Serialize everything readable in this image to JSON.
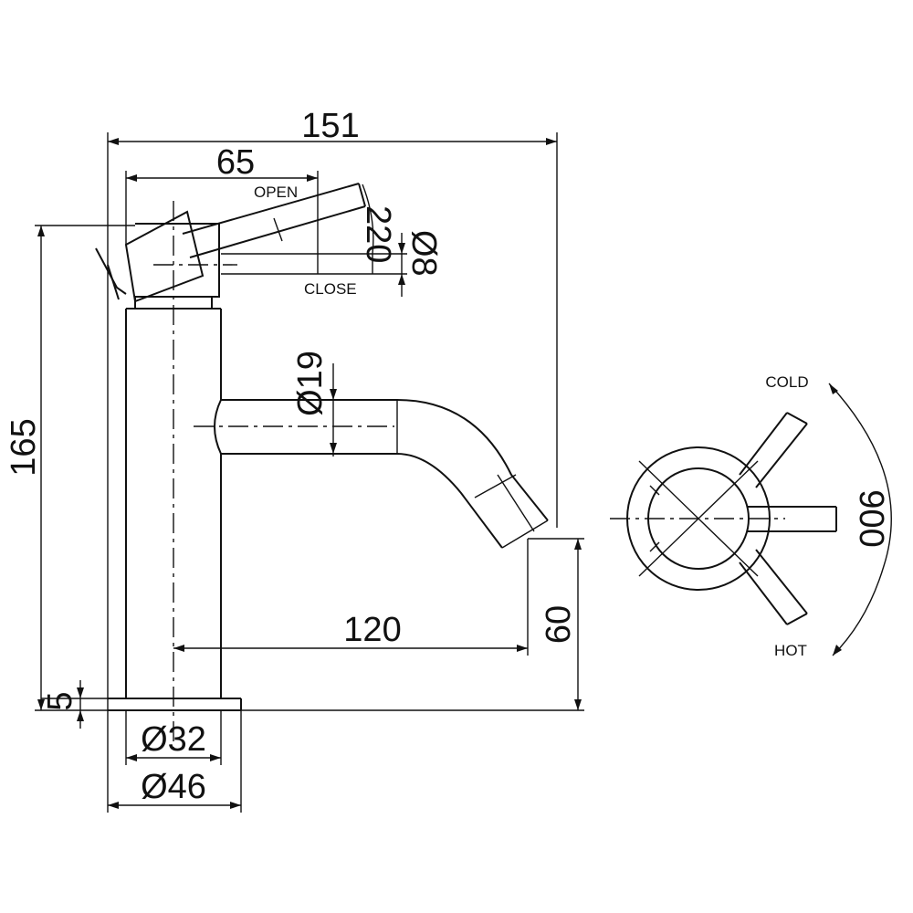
{
  "dimensions": {
    "overall_length": "151",
    "lever_length": "65",
    "lever_angle": "220",
    "lever_diameter": "Ø8",
    "spout_diameter": "Ø19",
    "height": "165",
    "spout_reach": "120",
    "spout_height": "60",
    "base_thickness": "5",
    "body_diameter": "Ø32",
    "base_diameter": "Ø46",
    "handle_rotation": "900"
  },
  "labels": {
    "open": "OPEN",
    "close": "CLOSE",
    "cold": "COLD",
    "hot": "HOT"
  }
}
